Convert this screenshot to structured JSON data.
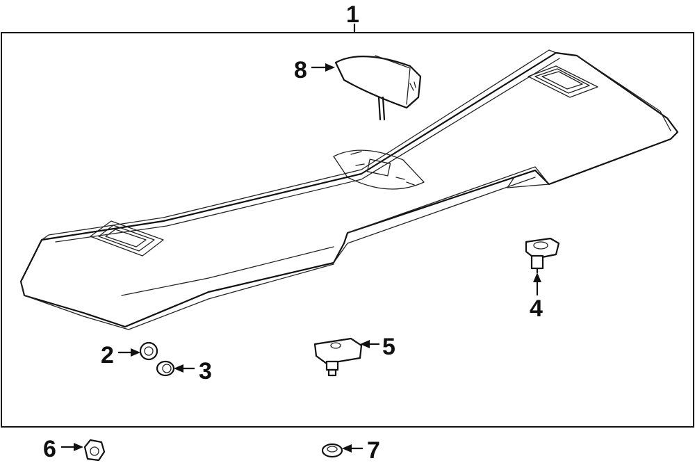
{
  "callouts": {
    "c1": "1",
    "c2": "2",
    "c3": "3",
    "c4": "4",
    "c5": "5",
    "c6": "6",
    "c7": "7",
    "c8": "8"
  },
  "parts": {
    "spoiler": "rear-spoiler",
    "light": "high-mount-stop-lamp",
    "grommet_a": "grommet",
    "grommet_b": "cap",
    "stud": "stud-fastener",
    "clip": "retainer-clip",
    "nut": "nut",
    "washer": "washer"
  }
}
